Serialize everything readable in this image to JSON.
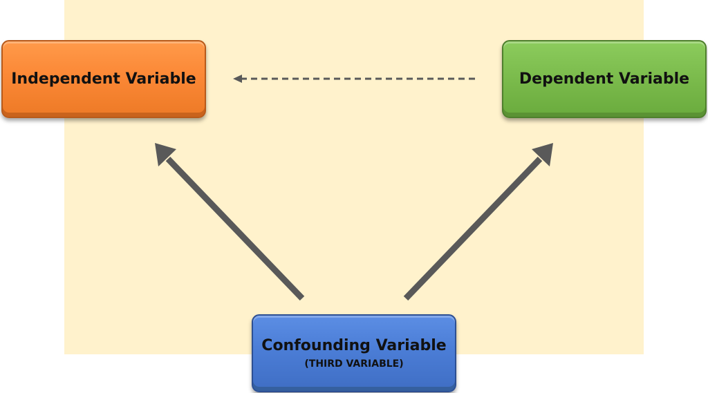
{
  "diagram": {
    "nodes": {
      "independent": {
        "label": "Independent Variable",
        "color": "#fb8836"
      },
      "dependent": {
        "label": "Dependent Variable",
        "color": "#7cbc4d"
      },
      "confounding": {
        "label": "Confounding Variable",
        "sublabel": "(THIRD VARIABLE)",
        "color": "#4b7dd6"
      }
    },
    "edges": [
      {
        "from": "dependent",
        "to": "independent",
        "style": "dashed"
      },
      {
        "from": "confounding",
        "to": "independent",
        "style": "solid"
      },
      {
        "from": "confounding",
        "to": "dependent",
        "style": "solid"
      }
    ],
    "backdrop_color": "#fff2cc",
    "arrow_color": "#595959"
  }
}
